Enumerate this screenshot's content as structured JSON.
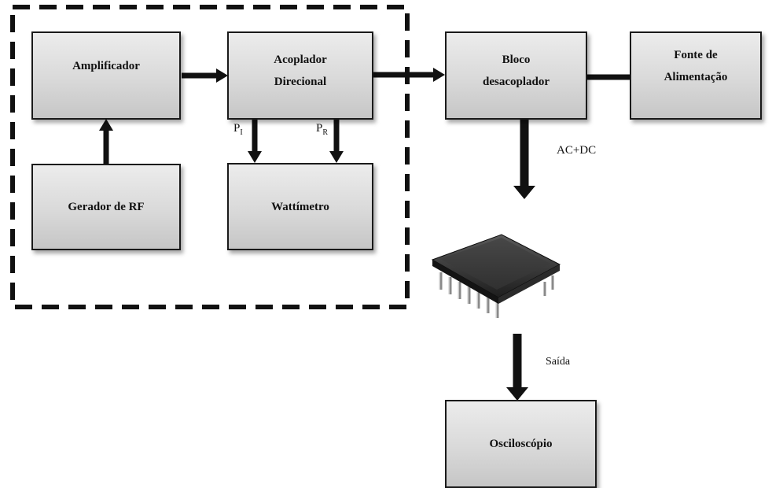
{
  "blocks": {
    "amplificador": "Amplificador",
    "acoplador": "Acoplador\nDirecional",
    "bloco": "Bloco\ndesacoplador",
    "fonte": "Fonte de\nAlimentação",
    "gerador": "Gerador de RF",
    "wattimetro": "Wattímetro",
    "osciloscopio": "Osciloscópio"
  },
  "labels": {
    "p": "P",
    "pi_sub": "I",
    "pr_sub": "R",
    "acdc": "AC+DC",
    "saida": "Saída"
  },
  "colors": {
    "line": "#111111",
    "box_fill": "#d9d9d9",
    "dash": "#111111"
  }
}
